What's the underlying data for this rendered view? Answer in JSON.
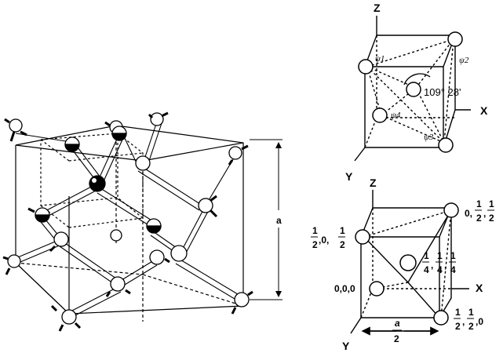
{
  "lattice": {
    "dimension_label": "a"
  },
  "tetra": {
    "axes": {
      "z": "Z",
      "x": "X",
      "y": "Y"
    },
    "orbitals": [
      "ψ1",
      "ψ2",
      "ψ4",
      "ψ3"
    ],
    "angle": "109° 28'"
  },
  "coords": {
    "axes": {
      "z": "Z",
      "x": "X",
      "y": "Y"
    },
    "atoms": [
      {
        "num": [
          "",
          "1",
          "1"
        ],
        "den": [
          "",
          "2",
          "2"
        ],
        "sep": [
          "0,",
          ","
        ]
      },
      {
        "num": [
          "1",
          "",
          "1"
        ],
        "den": [
          "2",
          "",
          "2"
        ],
        "sep": [
          ",0,",
          ","
        ]
      },
      {
        "num": [
          "1",
          "1",
          "1"
        ],
        "den": [
          "4",
          "4",
          "4"
        ],
        "sep": [
          ",",
          ","
        ]
      },
      {
        "text": "0,0,0"
      },
      {
        "num": [
          "1",
          "1",
          ""
        ],
        "den": [
          "2",
          "2",
          ""
        ],
        "sep": [
          ",",
          ",0"
        ]
      }
    ],
    "spacing": {
      "num": "a",
      "den": "2"
    }
  }
}
